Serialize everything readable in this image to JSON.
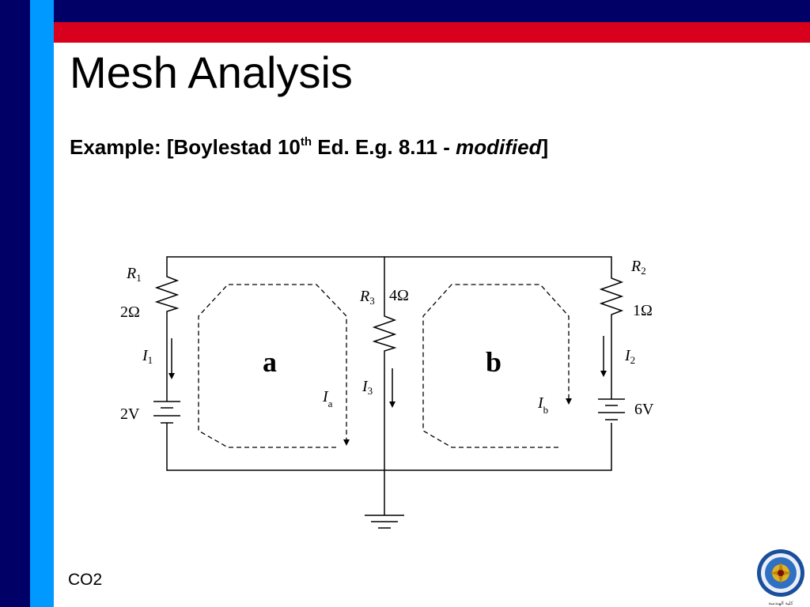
{
  "slide": {
    "title": "Mesh Analysis",
    "subtitle": {
      "prefix": "Example: [Boylestad 10",
      "sup": "th",
      "middle": " Ed. E.g. 8.11 - ",
      "italic": "modified",
      "suffix": "]"
    },
    "footer": "CO2"
  },
  "circuit": {
    "R1": {
      "symbol": "R",
      "sub": "1",
      "value": "2Ω"
    },
    "R2": {
      "symbol": "R",
      "sub": "2",
      "value": "1Ω"
    },
    "R3": {
      "symbol": "R",
      "sub": "3",
      "value": "4Ω"
    },
    "source_left": "2V",
    "source_right": "6V",
    "I1": {
      "symbol": "I",
      "sub": "1"
    },
    "I2": {
      "symbol": "I",
      "sub": "2"
    },
    "I3": {
      "symbol": "I",
      "sub": "3"
    },
    "Ia": {
      "symbol": "I",
      "sub": "a"
    },
    "Ib": {
      "symbol": "I",
      "sub": "b"
    },
    "mesh_a": "a",
    "mesh_b": "b"
  },
  "colors": {
    "navy": "#000066",
    "red": "#d8001c",
    "blue": "#0099ff"
  },
  "logo": {
    "icon": "university-seal-icon",
    "caption": "كلية الهندسة"
  }
}
